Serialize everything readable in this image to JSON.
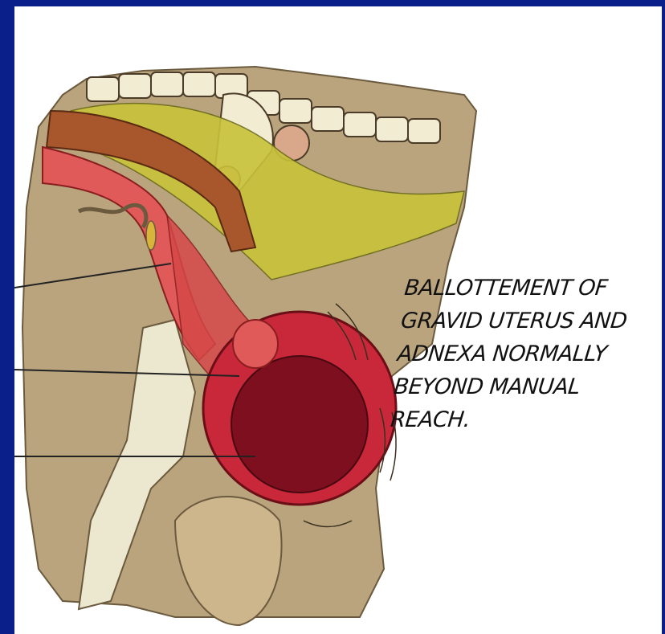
{
  "slide": {
    "background_color": "#0b1f8a",
    "content_background": "#ffffff"
  },
  "caption": {
    "lines": [
      "BALLOTTEMENT OF",
      "GRAVID UTERUS AND",
      "ADNEXA NORMALLY",
      "BEYOND MANUAL",
      "REACH."
    ]
  },
  "illustration": {
    "subject": "cow-pelvic-cross-section",
    "colors": {
      "body": "#b9a47e",
      "bone": "#f1ecd2",
      "rectum": "#a8562b",
      "fat": "#c9c23a",
      "vagina": "#e05a5a",
      "uterus": "#c8283a",
      "fetus": "#7d0f1e"
    }
  }
}
